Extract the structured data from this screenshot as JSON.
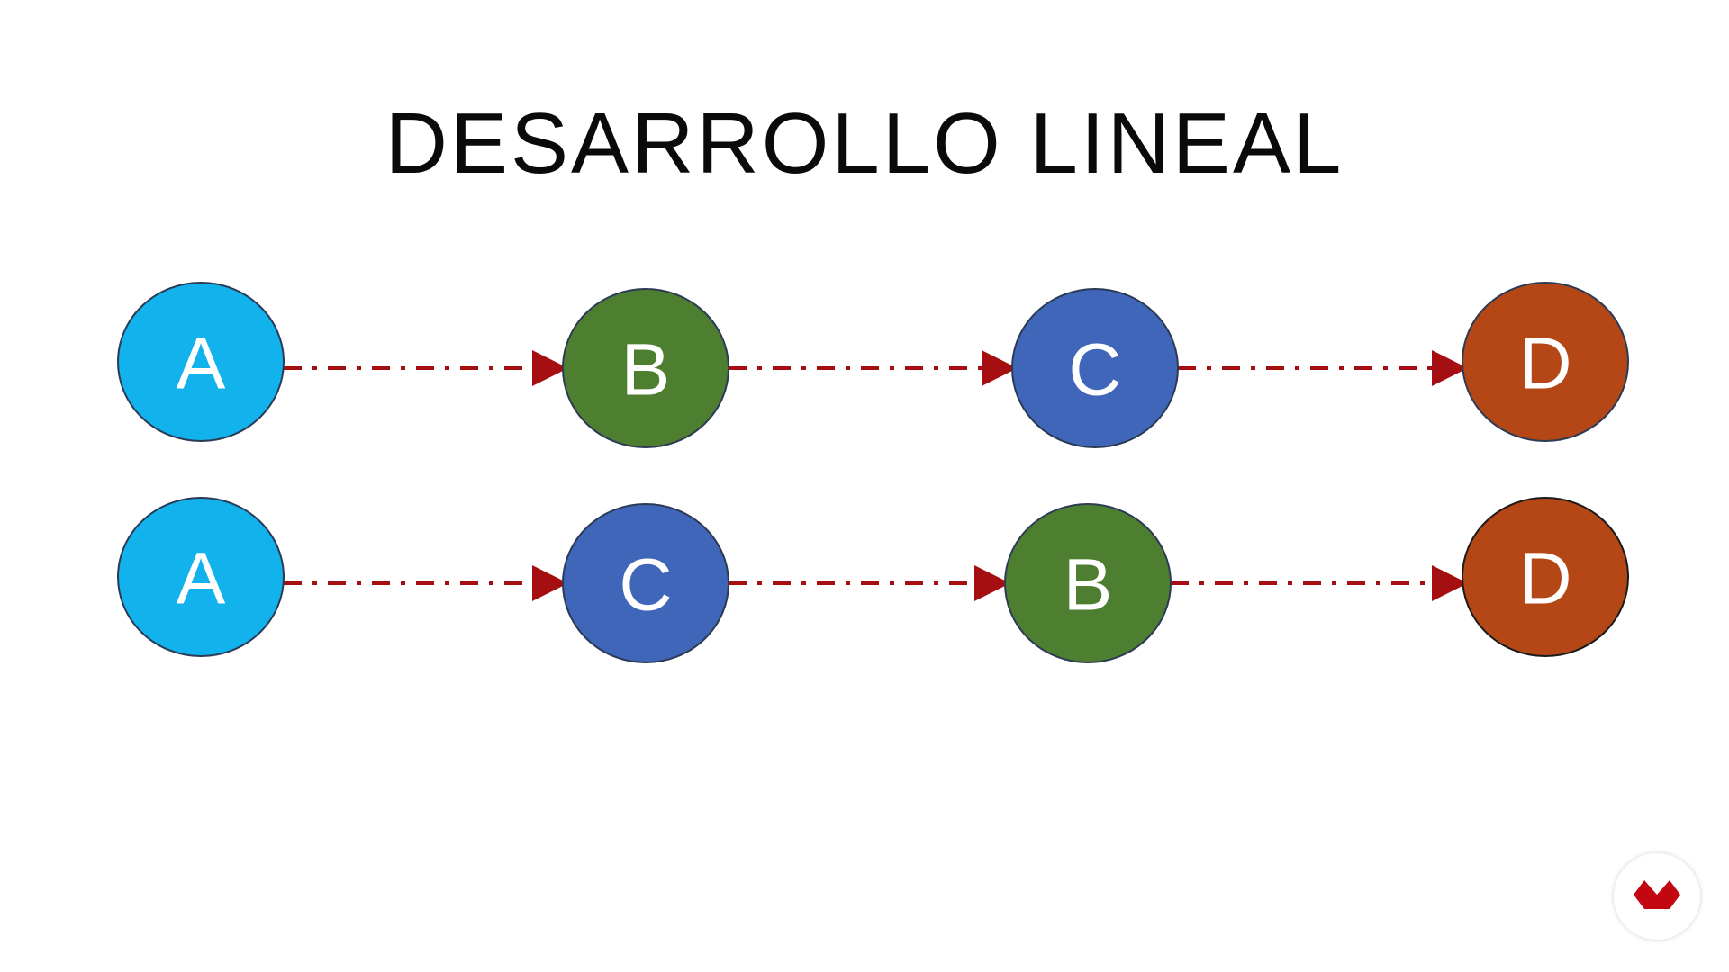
{
  "title": "DESARROLLO LINEAL",
  "colors": {
    "A": "#12b2ec",
    "B": "#4e7f31",
    "C": "#3f66b8",
    "D": "#b54716",
    "arrow": "#a50f12",
    "logo": "#c20710"
  },
  "rows": [
    {
      "name": "row-1",
      "nodes": [
        {
          "label": "A",
          "color_key": "A"
        },
        {
          "label": "B",
          "color_key": "B"
        },
        {
          "label": "C",
          "color_key": "C"
        },
        {
          "label": "D",
          "color_key": "D"
        }
      ]
    },
    {
      "name": "row-2",
      "nodes": [
        {
          "label": "A",
          "color_key": "A"
        },
        {
          "label": "C",
          "color_key": "C"
        },
        {
          "label": "B",
          "color_key": "B"
        },
        {
          "label": "D",
          "color_key": "D"
        }
      ]
    }
  ],
  "logo": {
    "icon": "brand-logo-icon"
  }
}
